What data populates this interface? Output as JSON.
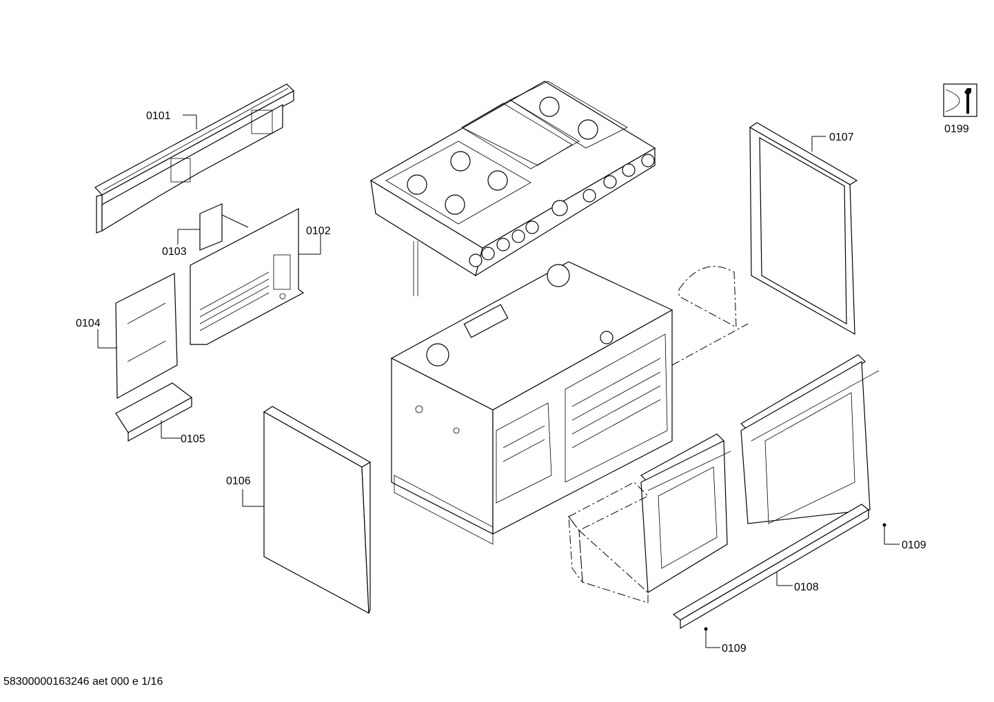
{
  "labels": {
    "p0101": "0101",
    "p0102": "0102",
    "p0103": "0103",
    "p0104": "0104",
    "p0105": "0105",
    "p0106": "0106",
    "p0107": "0107",
    "p0108": "0108",
    "p0109a": "0109",
    "p0109b": "0109",
    "p0199": "0199"
  },
  "footer": "58300000163246 aet 000 e 1/16"
}
